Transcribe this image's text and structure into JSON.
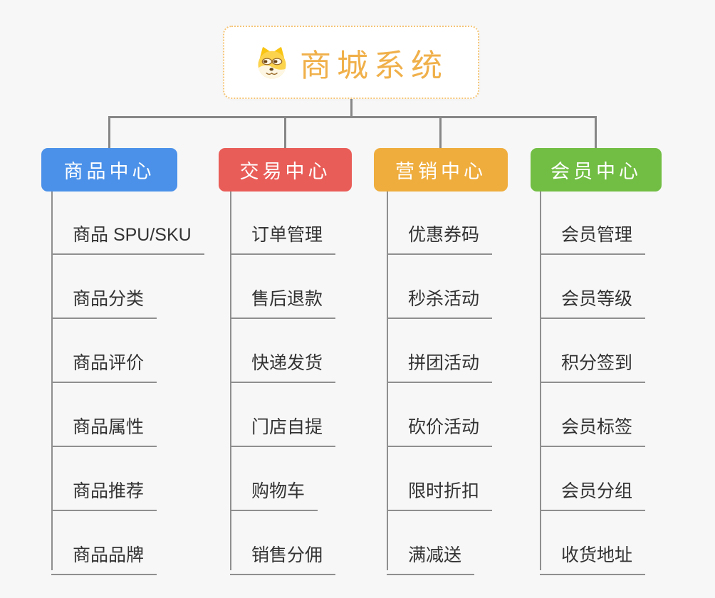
{
  "canvas": {
    "background": "#f7f7f7",
    "connector_color": "#878787",
    "underline_color": "#8f8f8f",
    "item_text_color": "#333333"
  },
  "root": {
    "label": "商城系统",
    "icon": "doge-icon",
    "text_color": "#f0b04a",
    "border_color": "#f5c577",
    "background": "#ffffff"
  },
  "branches": [
    {
      "label": "商品中心",
      "color": "#4b91e9",
      "items": [
        "商品 SPU/SKU",
        "商品分类",
        "商品评价",
        "商品属性",
        "商品推荐",
        "商品品牌"
      ]
    },
    {
      "label": "交易中心",
      "color": "#e95d58",
      "items": [
        "订单管理",
        "售后退款",
        "快递发货",
        "门店自提",
        "购物车",
        "销售分佣"
      ]
    },
    {
      "label": "营销中心",
      "color": "#efad3d",
      "items": [
        "优惠券码",
        "秒杀活动",
        "拼团活动",
        "砍价活动",
        "限时折扣",
        "满减送"
      ]
    },
    {
      "label": "会员中心",
      "color": "#72be44",
      "items": [
        "会员管理",
        "会员等级",
        "积分签到",
        "会员标签",
        "会员分组",
        "收货地址"
      ]
    }
  ]
}
